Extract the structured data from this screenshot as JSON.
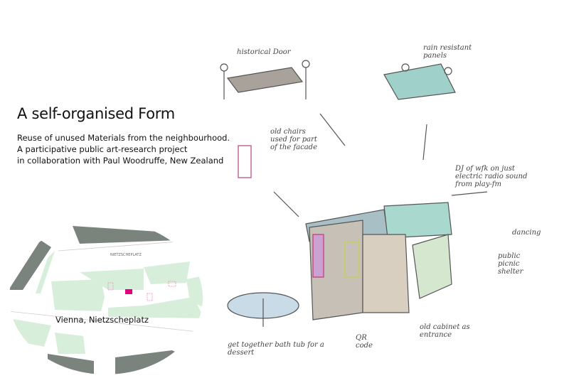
{
  "title": "A self-organised Form",
  "subtitle": [
    "Reuse of unused Materials from the neighbourhood.",
    "A participative public art-research project",
    "in collaboration with Paul Woodruffe, New Zealand"
  ],
  "map": {
    "label": "Vienna, Nietzscheplatz",
    "street": "NIETZSCHEPLATZ",
    "colors": {
      "green": "#d7eedb",
      "building": "#7b837d",
      "marker": "#e6007e"
    }
  },
  "annotations": {
    "door": "historical Door",
    "panels": "rain resistant panels",
    "chairs": "old chairs used for part of the facade",
    "dj": "DJ of wfk on just electric radio sound from play-fm",
    "dance": "dancing",
    "shelter": "public picnic shelter",
    "bathtub": "get together bath tub for a dessert",
    "qr": "QR code",
    "cabinet": "old cabinet as entrance"
  }
}
